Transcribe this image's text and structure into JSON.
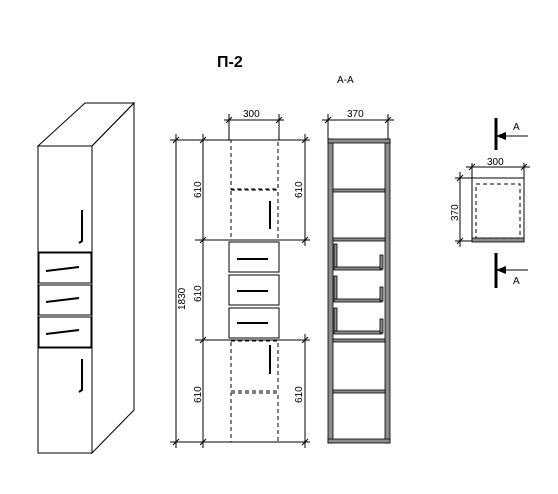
{
  "title": "П-2",
  "section_title": "А-А",
  "front": {
    "width": "300",
    "total_height": "1830",
    "left_dims": [
      "610",
      "610",
      "610"
    ],
    "right_dims": [
      "610",
      "610"
    ]
  },
  "section": {
    "width": "370"
  },
  "plan": {
    "width": "300",
    "depth": "370",
    "cut_top": "А",
    "cut_bottom": "А"
  }
}
